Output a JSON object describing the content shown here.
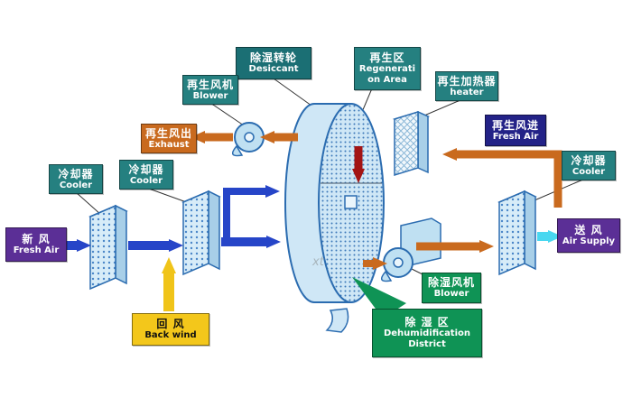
{
  "title": "Desiccant wheel dehumidification system diagram",
  "labels": {
    "desiccant": {
      "line1": "除湿转轮",
      "line2": "Desiccant"
    },
    "regen_area": {
      "line1": "再生区",
      "line2": "Regenerati",
      "line3": "on Area"
    },
    "regen_blower": {
      "line1": "再生风机",
      "line2": "Blower"
    },
    "regen_heater": {
      "line1": "再生加热器",
      "line2": "heater"
    },
    "regen_exhaust": {
      "line1": "再生风出",
      "line2": "Exhaust"
    },
    "regen_freshair": {
      "line1": "再生风进",
      "line2": "Fresh Air"
    },
    "cooler_left": {
      "line1": "冷却器",
      "line2": "Cooler"
    },
    "cooler_mid": {
      "line1": "冷却器",
      "line2": "Cooler"
    },
    "cooler_right": {
      "line1": "冷却器",
      "line2": "Cooler"
    },
    "fresh_air": {
      "line1": "新 风",
      "line2": "Fresh Air"
    },
    "air_supply": {
      "line1": "送 风",
      "line2": "Air Supply"
    },
    "back_wind": {
      "line1": "回 风",
      "line2": "Back wind"
    },
    "dehumid_blower": {
      "line1": "除湿风机",
      "line2": "Blower"
    },
    "dehumid_district": {
      "line1": "除 湿 区",
      "line2": "Dehumidification",
      "line3": "District"
    }
  },
  "watermark": "xt",
  "colors": {
    "label_teal": "#258080",
    "label_dark_teal": "#1b6f74",
    "label_orange": "#c96a1e",
    "label_navy": "#232287",
    "label_purple": "#5b2f96",
    "label_yellow": "#f3c71b",
    "label_green": "#0f9355",
    "arrow_blue": "#2645c8",
    "arrow_orange": "#c96a1e",
    "arrow_red": "#a31414",
    "arrow_yellow": "#f0c419",
    "arrow_cyan": "#49d7f0",
    "shape_fill": "#cfe7f6",
    "shape_stroke": "#2b6cb0"
  }
}
